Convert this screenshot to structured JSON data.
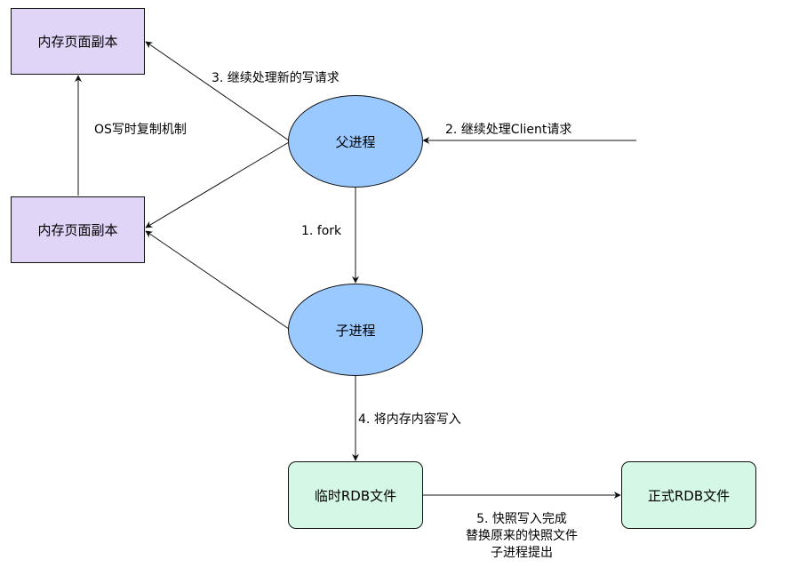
{
  "nodes": {
    "memory_copy_top": "内存页面副本",
    "memory_copy_bottom": "内存页面副本",
    "parent_process": "父进程",
    "child_process": "子进程",
    "temp_rdb_file": "临时RDB文件",
    "final_rdb_file": "正式RDB文件"
  },
  "edges": {
    "continue_write": "3. 继续处理新的写请求",
    "os_cow": "OS写时复制机制",
    "client_requests": "2. 继续处理Client请求",
    "fork": "1. fork",
    "write_memory": "4. 将内存内容写入",
    "replace_lines": [
      "5. 快照写入完成",
      "替换原来的快照文件",
      "子进程提出"
    ]
  },
  "colors": {
    "memory_fill": "#e1d5f7",
    "process_fill": "#99c9ff",
    "file_fill": "#d5f7e6",
    "stroke": "#111111"
  }
}
